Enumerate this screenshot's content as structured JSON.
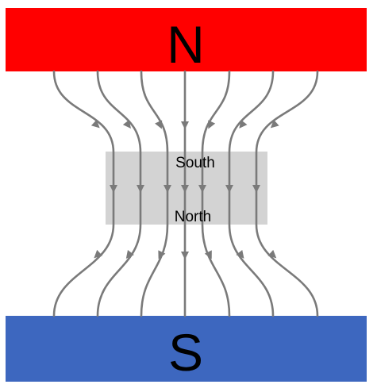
{
  "north_pole": {
    "label": "N",
    "color": "#ff0000"
  },
  "south_pole": {
    "label": "S",
    "color": "#3d67bf"
  },
  "material_slab": {
    "top_label": "South",
    "bottom_label": "North",
    "color": "#d3d3d3"
  },
  "field_lines": {
    "color": "#7a7a7a",
    "count": 7,
    "arrow_direction": "down"
  }
}
